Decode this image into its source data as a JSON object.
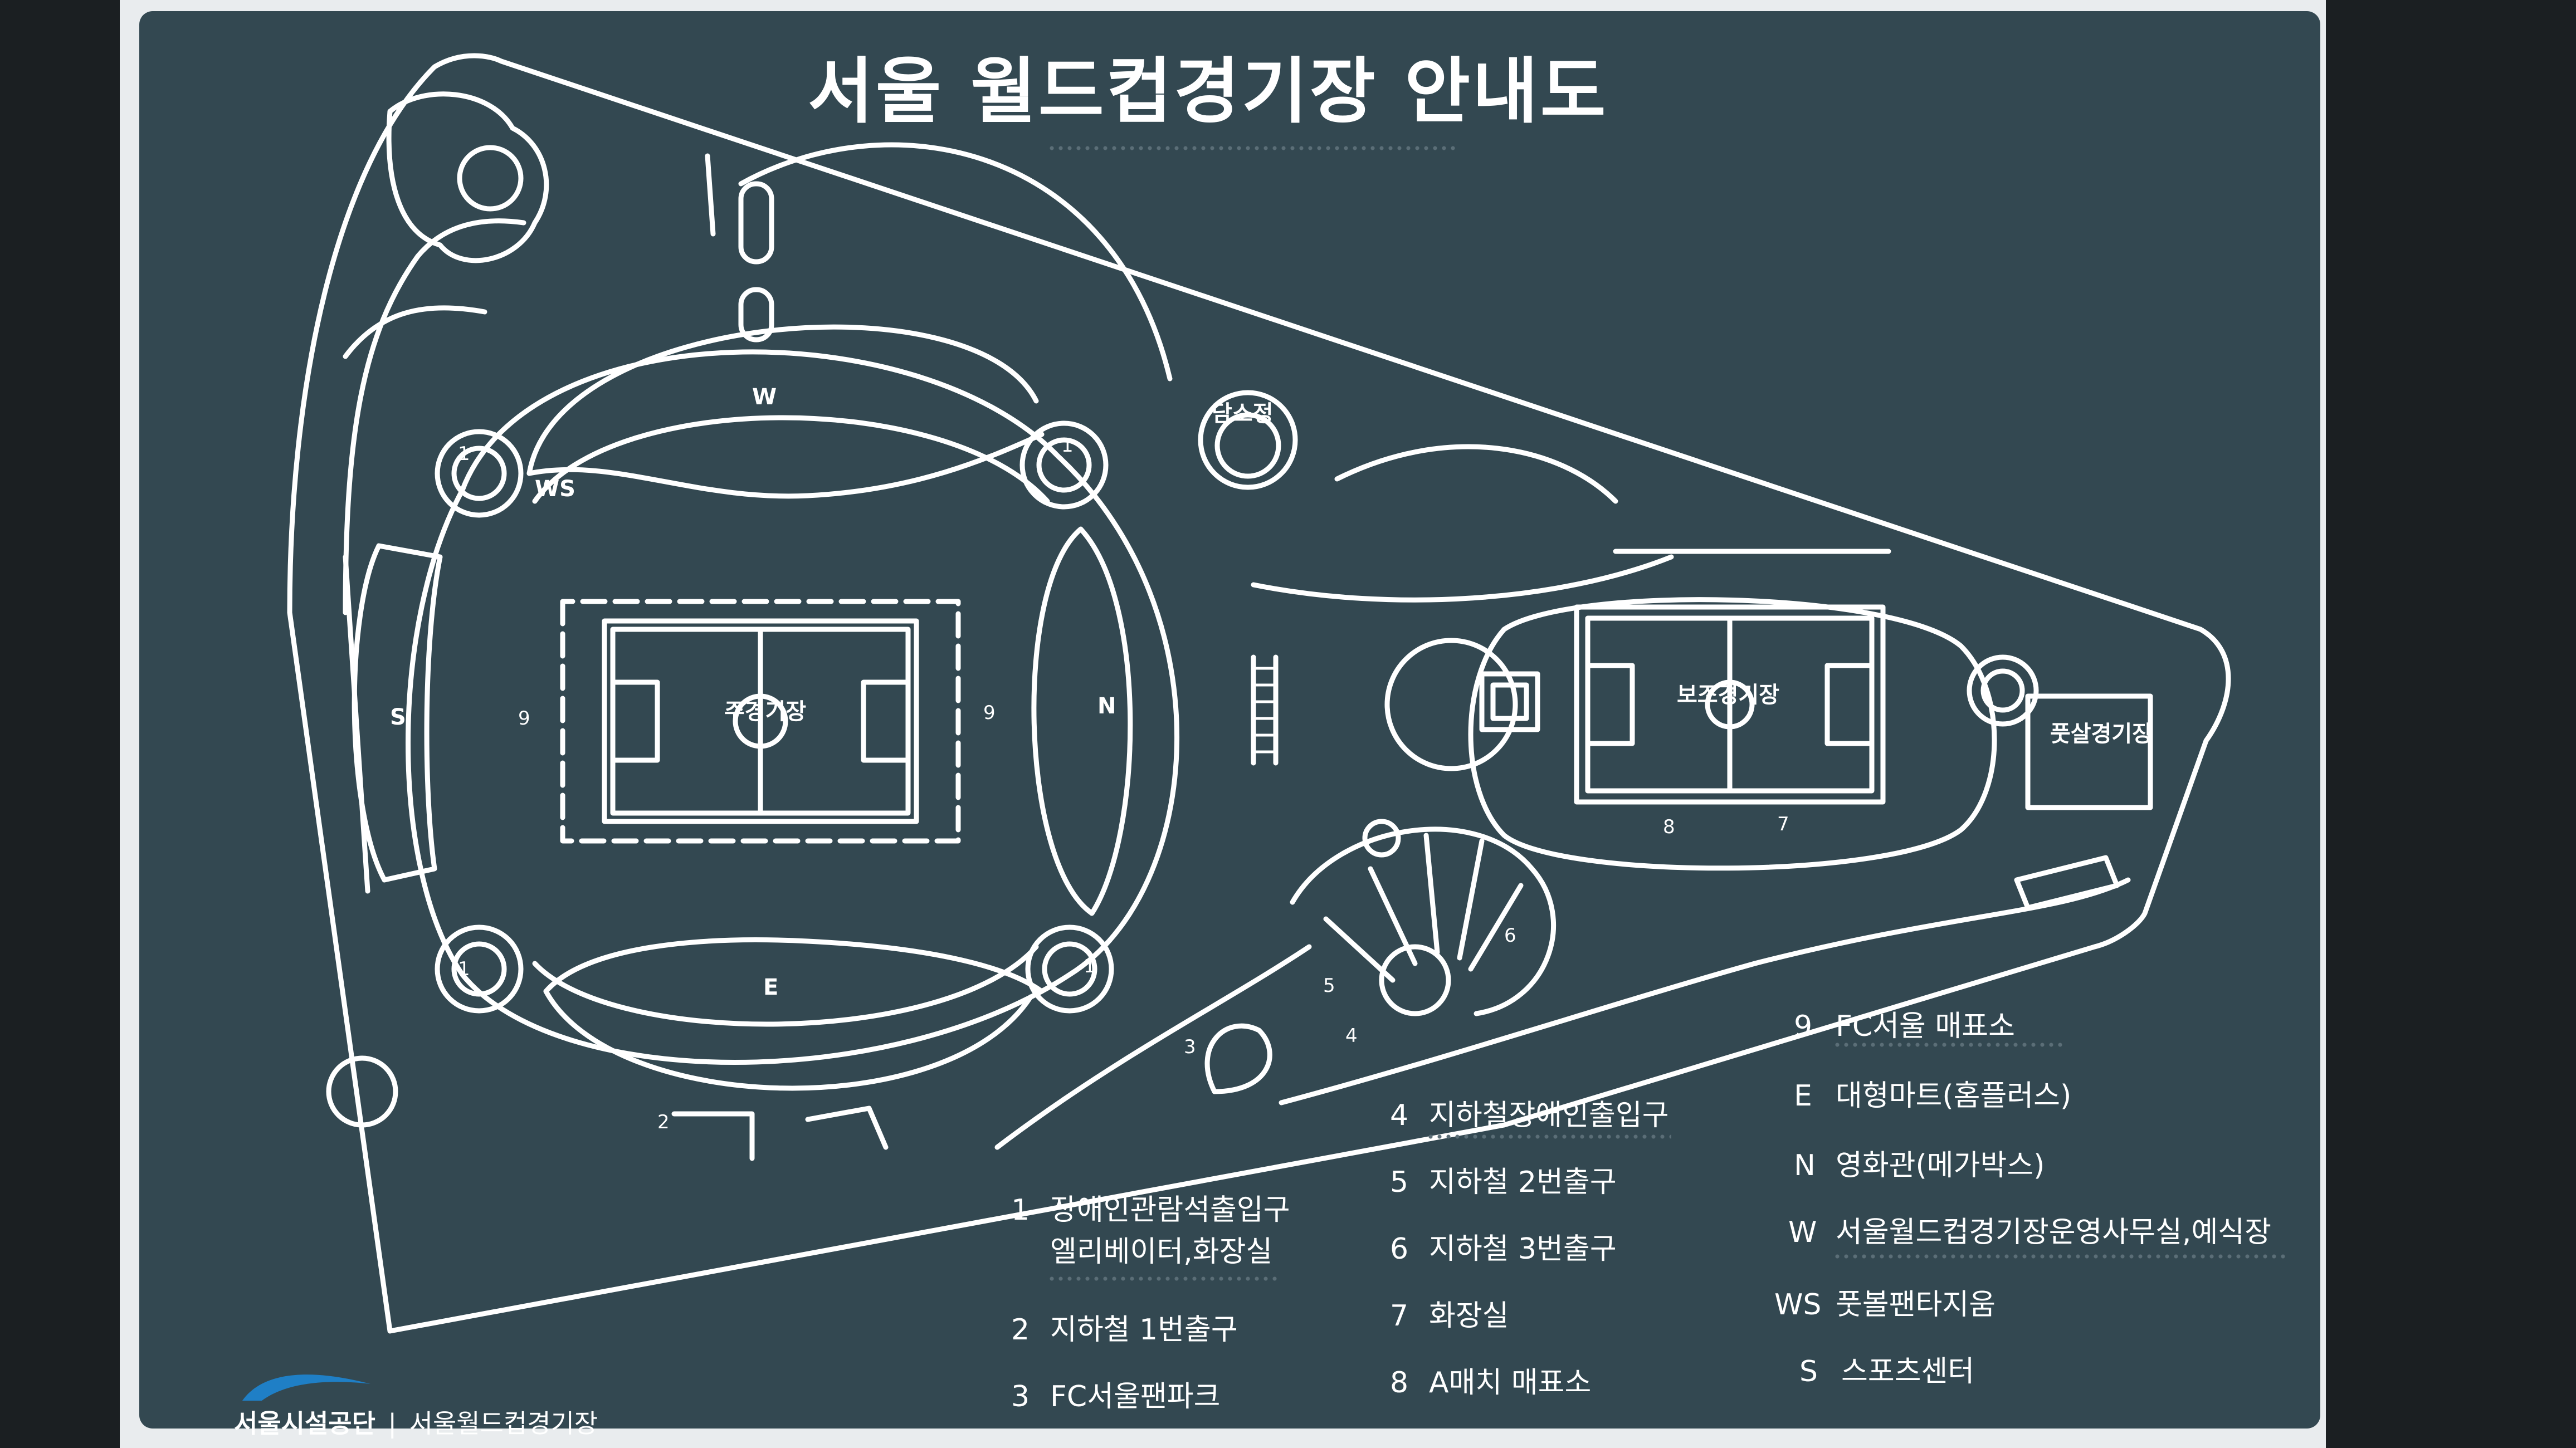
{
  "sign": {
    "title": "서울 월드컵경기장 안내도",
    "colors": {
      "board": "#334851",
      "line": "#ffffff",
      "frame": "#e9ecee",
      "logo_blue": "#1f7fc6"
    }
  },
  "map_labels": {
    "main_stadium": "주경기장",
    "sub_stadium": "보조경기장",
    "futsal": "풋살경기장",
    "pavilion": "담소정",
    "west_stand": "W",
    "east_stand": "E",
    "north_stand": "N",
    "south_stand": "S",
    "ws": "WS",
    "nine_left": "9",
    "nine_right": "9",
    "one_tl": "1",
    "one_tr": "1",
    "one_bl": "1",
    "one_br": "1",
    "two": "2",
    "three": "3",
    "four": "4",
    "five": "5",
    "six": "6",
    "seven": "7",
    "eight": "8"
  },
  "legend_col1": [
    {
      "key": "1",
      "line1": "장애인관람석출입구",
      "line2": "엘리베이터,화장실"
    },
    {
      "key": "2",
      "line1": "지하철 1번출구"
    },
    {
      "key": "3",
      "line1": "FC서울팬파크"
    }
  ],
  "legend_col2": [
    {
      "key": "4",
      "line1": "지하철장애인출입구"
    },
    {
      "key": "5",
      "line1": "지하철 2번출구"
    },
    {
      "key": "6",
      "line1": "지하철 3번출구"
    },
    {
      "key": "7",
      "line1": "화장실"
    },
    {
      "key": "8",
      "line1": "A매치 매표소"
    }
  ],
  "legend_col3": [
    {
      "key": "9",
      "line1": "FC서울 매표소"
    },
    {
      "key": "E",
      "line1": "대형마트(홈플러스)"
    },
    {
      "key": "N",
      "line1": "영화관(메가박스)"
    },
    {
      "key": "W",
      "line1": "서울월드컵경기장운영사무실,예식장"
    },
    {
      "key": "WS",
      "line1": "풋볼팬타지움"
    },
    {
      "key": "S",
      "line1": "스포츠센터"
    }
  ],
  "footer": {
    "org": "서울시설공단",
    "venue": "서울월드컵경기장"
  }
}
